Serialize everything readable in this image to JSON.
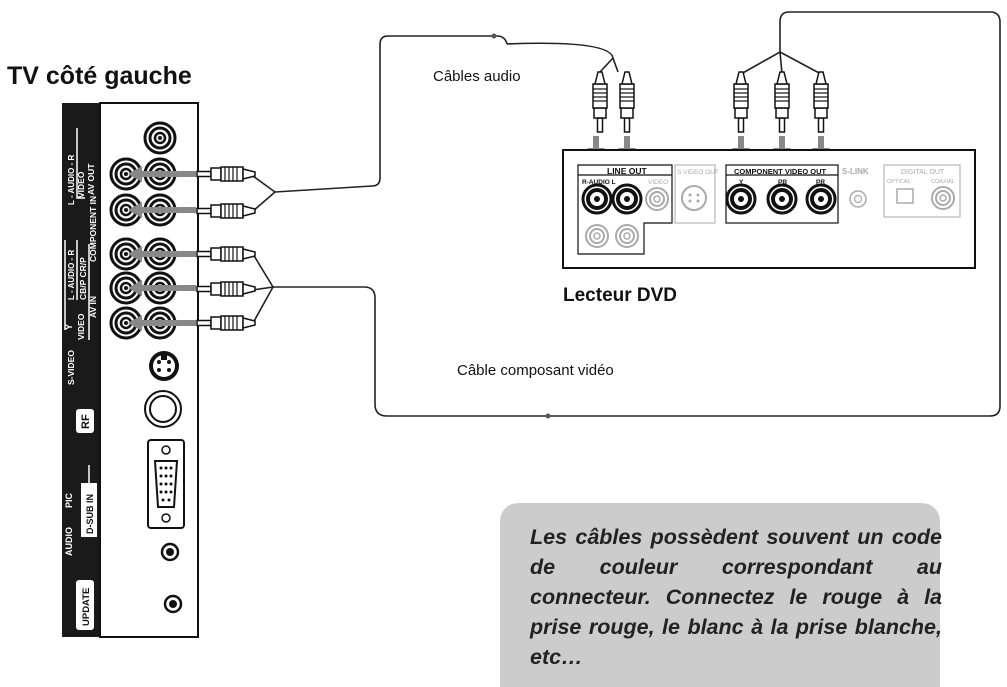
{
  "tv": {
    "title": "TV côté gauche",
    "labels": {
      "audio_r_top": "L - AUDIO - R",
      "av_out": "AV OUT",
      "video_top": "VIDEO",
      "component_in": "COMPONENT IN",
      "cbp_crp": "CB/P   CR/P",
      "audio_r_mid": "L - AUDIO - R",
      "av_in": "AV IN",
      "y": "Y",
      "video_mid": "VIDEO",
      "s_video": "S-VIDEO",
      "rf": "RF",
      "pic": "PIC",
      "d_sub_in": "D-SUB IN",
      "audio": "AUDIO",
      "update": "UPDATE"
    }
  },
  "dvd": {
    "title": "Lecteur DVD",
    "labels": {
      "line_out": "LINE OUT",
      "r_audio_l": "R-AUDIO L",
      "video": "VIDEO",
      "s_video_out": "S VIDEO OUT",
      "component_video_out": "COMPONENT VIDEO OUT",
      "y": "Y",
      "pb": "PB",
      "pr": "PR",
      "s_link": "S-LINK",
      "digital_out": "DIGITAL OUT",
      "optical": "OPTICAL",
      "coaxial": "COAXIAL"
    }
  },
  "cables": {
    "audio_label": "Câbles audio",
    "component_label": "Câble composant vidéo"
  },
  "note": {
    "text": "Les câbles possèdent souvent un code de couleur correspondant au connecteur. Connectez le rouge à la prise rouge, le blanc à la prise blanche, etc…"
  },
  "colors": {
    "panel": "#1a1a1a",
    "cable": "#222222",
    "arrow": "#888888",
    "note_bg": "#cccccc"
  }
}
